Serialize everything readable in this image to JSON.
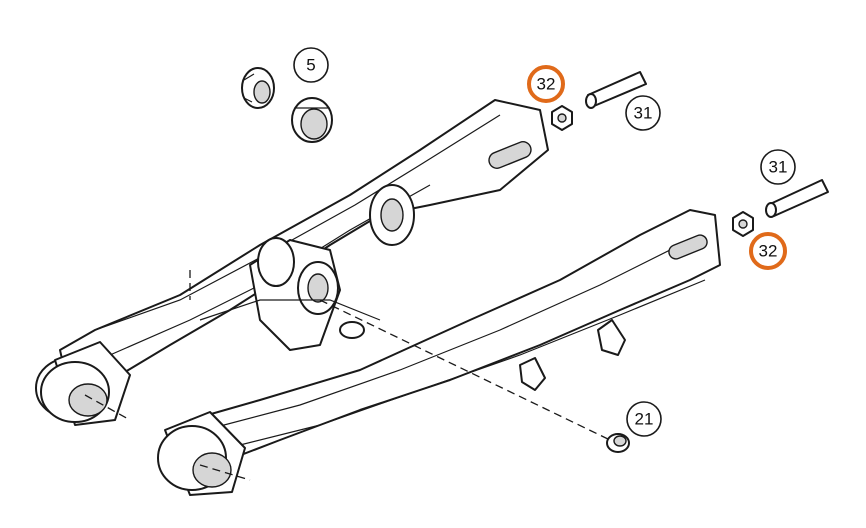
{
  "diagram": {
    "highlight_color": "#e06a1a",
    "callouts": [
      {
        "id": "callout-5",
        "label": "5",
        "highlighted": false
      },
      {
        "id": "callout-32-top",
        "label": "32",
        "highlighted": true
      },
      {
        "id": "callout-31-top",
        "label": "31",
        "highlighted": false
      },
      {
        "id": "callout-31-right",
        "label": "31",
        "highlighted": false
      },
      {
        "id": "callout-32-right",
        "label": "32",
        "highlighted": true
      },
      {
        "id": "callout-21",
        "label": "21",
        "highlighted": false
      }
    ]
  }
}
